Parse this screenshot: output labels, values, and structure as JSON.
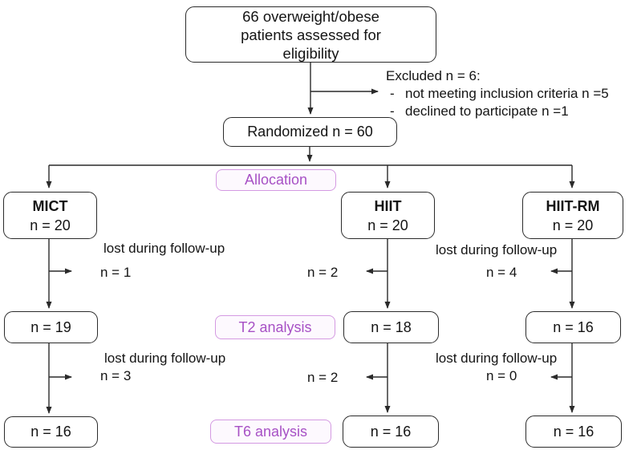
{
  "colors": {
    "line": "#2a2a2a",
    "box_border": "#2b2b2b",
    "stage_text_purple": "#a751c5",
    "stage_border_purple": "#d49ae2",
    "stage_background": "#fdf9fe"
  },
  "flow": {
    "eligibility": "66 overweight/obese\npatients assessed for\neligibility",
    "excluded": {
      "title": "Excluded n = 6:",
      "bullet": "-",
      "items": [
        "not meeting inclusion criteria n =5",
        "declined to participate n =1"
      ]
    },
    "randomized": "Randomized n = 60",
    "stages": {
      "allocation": "Allocation",
      "t2": "T2 analysis",
      "t6": "T6 analysis"
    },
    "groups": [
      {
        "name": "MICT",
        "n": "n = 20"
      },
      {
        "name": "HIIT",
        "n": "n = 20"
      },
      {
        "name": "HIIT-RM",
        "n": "n = 20"
      }
    ],
    "followup_t2": [
      {
        "label": "lost during follow-up",
        "n": "n = 1"
      },
      {
        "n": "n = 2"
      },
      {
        "label": "lost during follow-up",
        "n": "n = 4"
      }
    ],
    "t2_counts": [
      "n = 19",
      "n = 18",
      "n = 16"
    ],
    "followup_t6": [
      {
        "label": "lost during follow-up",
        "n": "n = 3"
      },
      {
        "n": "n = 2"
      },
      {
        "label": "lost during follow-up",
        "n": "n = 0"
      }
    ],
    "t6_counts": [
      "n = 16",
      "n = 16",
      "n = 16"
    ]
  }
}
